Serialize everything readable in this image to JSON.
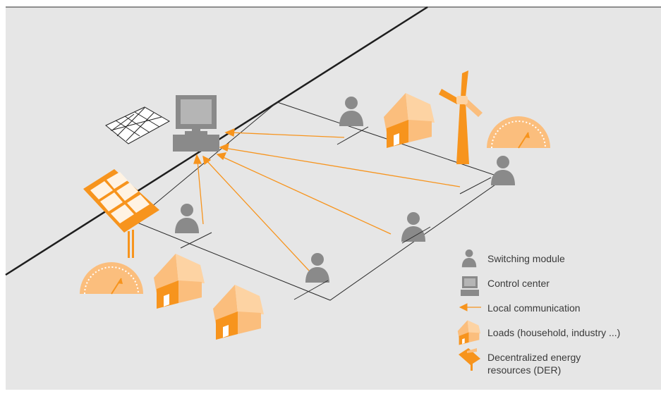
{
  "colors": {
    "background": "#e6e6e6",
    "person": "#8a8a8a",
    "orange": "#f7941d",
    "orange_light": "#fbbe7d",
    "line": "#2b2b2b"
  },
  "icons": {
    "person": "person-icon",
    "computer": "computer-icon",
    "arrow": "arrow-icon",
    "house": "house-icon",
    "der": "der-icon",
    "wind": "wind-turbine-icon",
    "solar": "solar-panel-icon",
    "gauge": "gauge-icon"
  },
  "legend": {
    "items": [
      {
        "icon": "person-icon",
        "label": "Switching module"
      },
      {
        "icon": "computer-icon",
        "label": "Control center"
      },
      {
        "icon": "arrow-icon",
        "label": "Local communication"
      },
      {
        "icon": "house-icon",
        "label": "Loads (household, industry ...)"
      },
      {
        "icon": "der-icon",
        "label": "Decentralized energy\nresources (DER)"
      }
    ]
  }
}
